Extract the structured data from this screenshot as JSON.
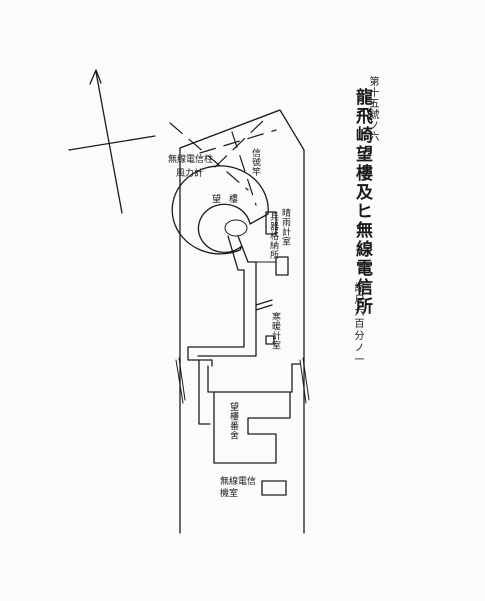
{
  "document": {
    "sheet_number": "第十五號ノ六",
    "title": "龍飛崎望樓及ヒ無線電信所",
    "scale": "縮尺六百分ノ一"
  },
  "labels": {
    "wireless_pole": "無線電信柱",
    "anemometer": "風力計",
    "signal_mast": "信號竿",
    "watchtower": "望樓",
    "weather_room": "晴雨計室",
    "weapons_storage": "兵器格納所",
    "thermometer_room": "寒暖計室",
    "watchtower_quarters": "望樓番舍",
    "wireless_room": "無線電信機室"
  },
  "north_arrow": {
    "icon": "north-arrow-icon"
  }
}
